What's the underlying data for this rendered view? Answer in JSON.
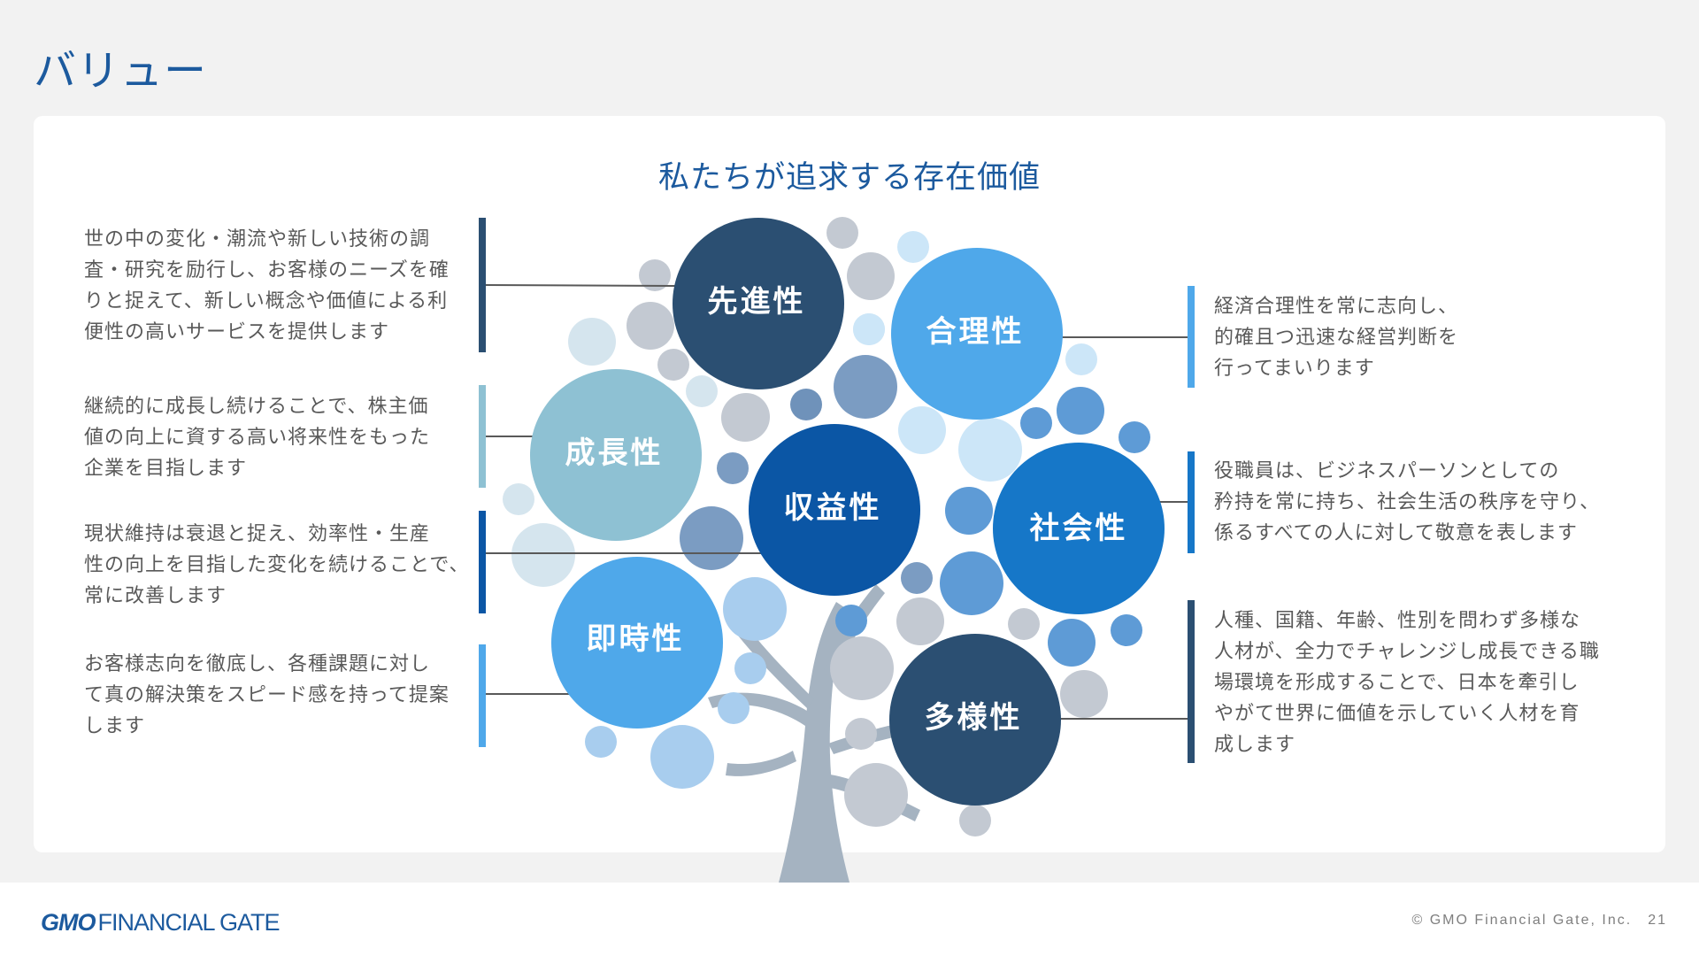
{
  "page": {
    "title": "バリュー",
    "subtitle": "私たちが追求する存在価値"
  },
  "values": [
    {
      "id": "senshinsei",
      "label": "先進性",
      "color": "#2b4f72",
      "description": [
        "世の中の変化・潮流や新しい技術の調",
        "査・研究を励行し、お客様のニーズを確",
        "りと捉えて、新しい概念や価値による利",
        "便性の高いサービスを提供します"
      ],
      "accent": "#2b4f72"
    },
    {
      "id": "seichousei",
      "label": "成長性",
      "color": "#8ec1d3",
      "description": [
        "継続的に成長し続けることで、株主価",
        "値の向上に資する高い将来性をもった",
        "企業を目指します"
      ],
      "accent": "#8ec1d3"
    },
    {
      "id": "shuuekisei",
      "label": "収益性",
      "color": "#0b56a5",
      "description": [
        "現状維持は衰退と捉え、効率性・生産",
        "性の向上を目指した変化を続けることで、",
        "常に改善します"
      ],
      "accent": "#0b56a5"
    },
    {
      "id": "sokujisei",
      "label": "即時性",
      "color": "#4fa8ea",
      "description": [
        "お客様志向を徹底し、各種課題に対し",
        "て真の解決策をスピード感を持って提案",
        "します"
      ],
      "accent": "#4fa8ea"
    },
    {
      "id": "gourisei",
      "label": "合理性",
      "color": "#4fa8ea",
      "description": [
        "経済合理性を常に志向し、",
        "的確且つ迅速な経営判断を",
        "行ってまいります"
      ],
      "accent": "#4fa8ea"
    },
    {
      "id": "shakaisei",
      "label": "社会性",
      "color": "#1677c8",
      "description": [
        "役職員は、ビジネスパーソンとしての",
        "矜持を常に持ち、社会生活の秩序を守り、",
        "係るすべての人に対して敬意を表します"
      ],
      "accent": "#1677c8"
    },
    {
      "id": "tayousei",
      "label": "多様性",
      "color": "#2b4f72",
      "description": [
        "人種、国籍、年齢、性別を問わず多様な",
        "人材が、全力でチャレンジし成長できる職",
        "場環境を形成することで、日本を牽引し",
        "やがて世界に価値を示していく人材を育",
        "成します"
      ],
      "accent": "#2b4f72"
    }
  ],
  "footer": {
    "logo_gmo": "GMO",
    "logo_rest": "FINANCIAL GATE",
    "copyright": "© GMO Financial Gate, Inc.",
    "page_number": "21"
  },
  "colors": {
    "title_blue": "#1c5a9e",
    "trunk": "#a5b3c1",
    "connector": "#595959"
  }
}
